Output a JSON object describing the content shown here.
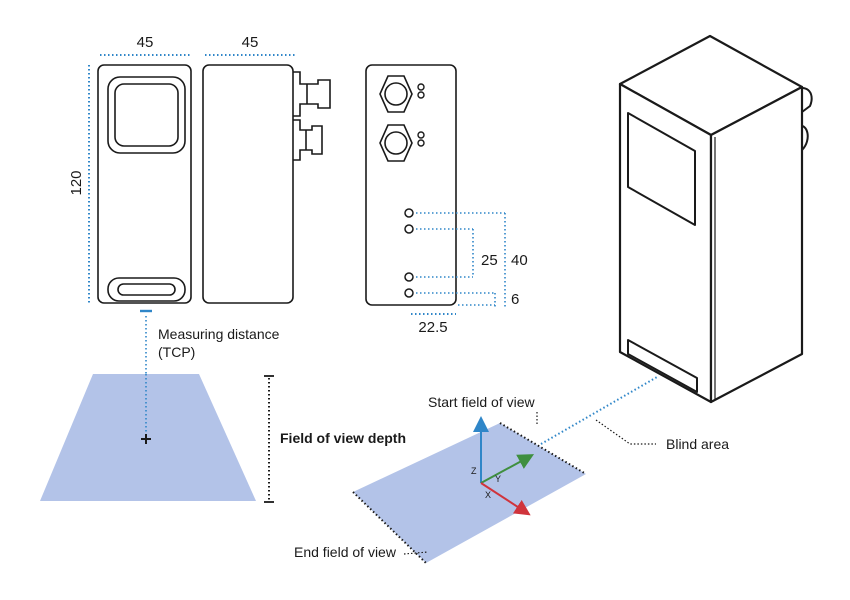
{
  "colors": {
    "dimension_line": "#2f86c8",
    "field_of_view": "#b3c3e8",
    "outline": "#1a1a1a",
    "z_axis": "#2f86c8",
    "y_axis": "#3f8f3f",
    "x_axis": "#d0343c"
  },
  "dimensions": {
    "front_width": "45",
    "side_width": "45",
    "height": "120",
    "rear_width": "22.5",
    "hole_spacing_25": "25",
    "hole_spacing_40": "40",
    "hole_offset_6": "6"
  },
  "labels": {
    "measuring_distance_line1": "Measuring distance",
    "measuring_distance_line2": "(TCP)",
    "field_of_view_depth": "Field of view depth",
    "start_field_of_view": "Start field of view",
    "blind_area": "Blind area",
    "end_field_of_view": "End field of view"
  },
  "axes": {
    "z": "Z",
    "y": "Y",
    "x": "X"
  }
}
